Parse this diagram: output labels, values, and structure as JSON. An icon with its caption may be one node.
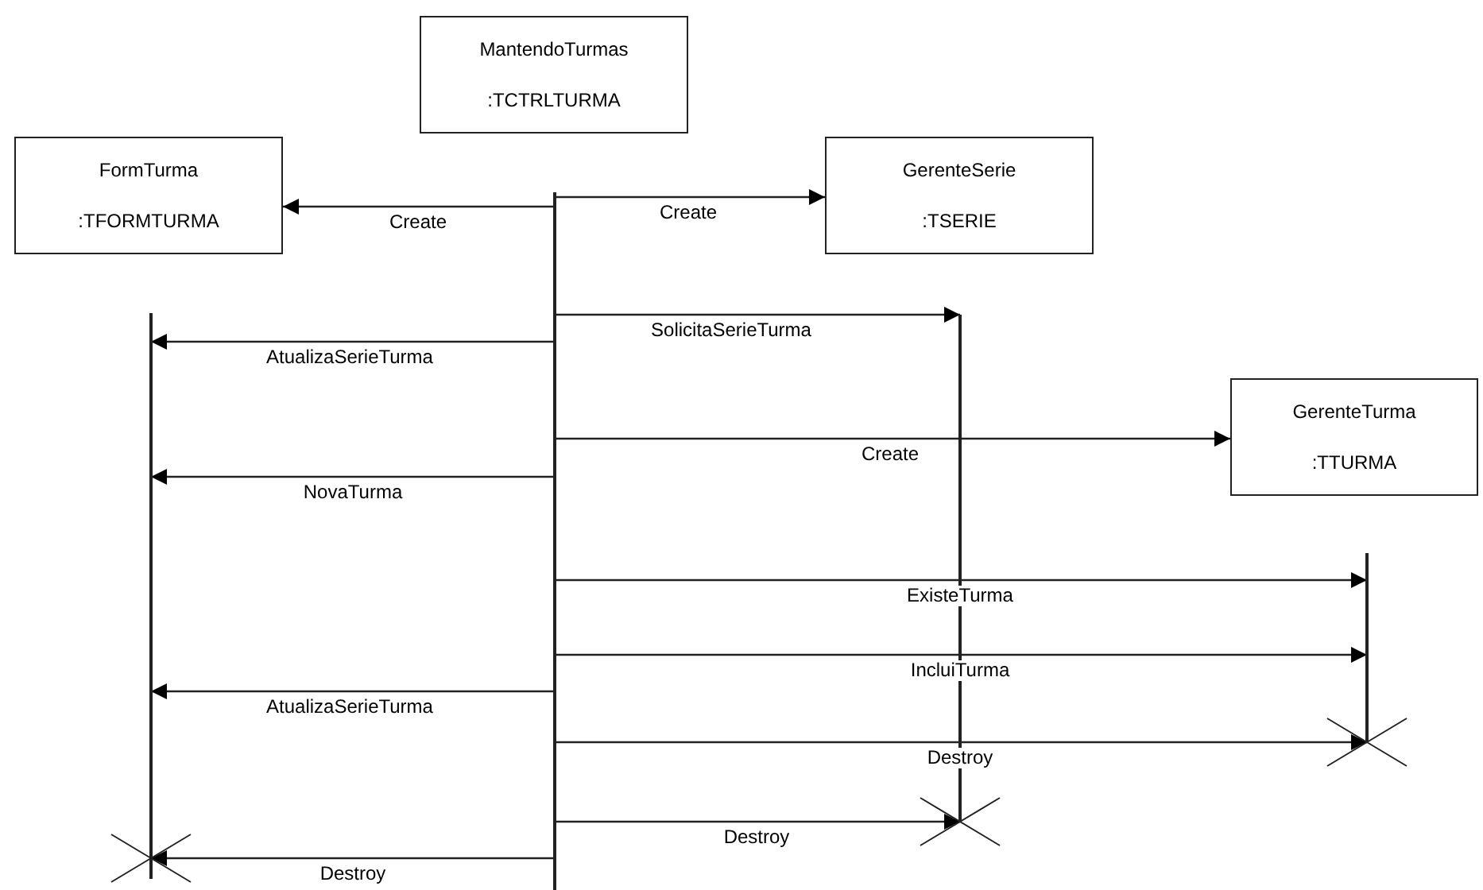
{
  "diagram": {
    "nodes": [
      {
        "text": [
          "MantendoTurmas",
          ":TCTRLTURMA"
        ]
      },
      {
        "text": [
          "FormTurma",
          ":TFORMTURMA"
        ]
      },
      {
        "text": [
          "GerenteSerie",
          ":TSERIE"
        ]
      },
      {
        "text": [
          "GerenteTurma",
          ":TTURMA"
        ]
      },
      {
        "text": [],
        "shape": "line"
      },
      {
        "text": [],
        "shape": "line"
      },
      {
        "text": [],
        "shape": "line"
      },
      {
        "text": [],
        "shape": "line"
      }
    ],
    "edges": [
      {
        "from": 4,
        "to": 1,
        "arrow": "to",
        "label": "Create"
      },
      {
        "from": 4,
        "to": 2,
        "arrow": "to",
        "label": "Create"
      },
      {
        "from": 4,
        "to": 6,
        "arrow": "to",
        "label": "SolicitaSerieTurma"
      },
      {
        "from": 4,
        "to": 5,
        "arrow": "to",
        "label": "AtualizaSerieTurma"
      },
      {
        "from": 4,
        "to": 3,
        "arrow": "to",
        "label": "Create"
      },
      {
        "from": 4,
        "to": 5,
        "arrow": "to",
        "label": "NovaTurma"
      },
      {
        "from": 4,
        "to": 7,
        "arrow": "to",
        "label": "ExisteTurma"
      },
      {
        "from": 4,
        "to": 7,
        "arrow": "to",
        "label": "IncluiTurma"
      },
      {
        "from": 4,
        "to": 5,
        "arrow": "to",
        "label": "AtualizaSerieTurma"
      },
      {
        "from": 4,
        "to": 7,
        "arrow": "to",
        "label": "Destroy"
      },
      {
        "from": 4,
        "to": 6,
        "arrow": "to",
        "label": "Destroy"
      },
      {
        "from": 4,
        "to": 5,
        "arrow": "to",
        "label": "Destroy"
      }
    ]
  }
}
